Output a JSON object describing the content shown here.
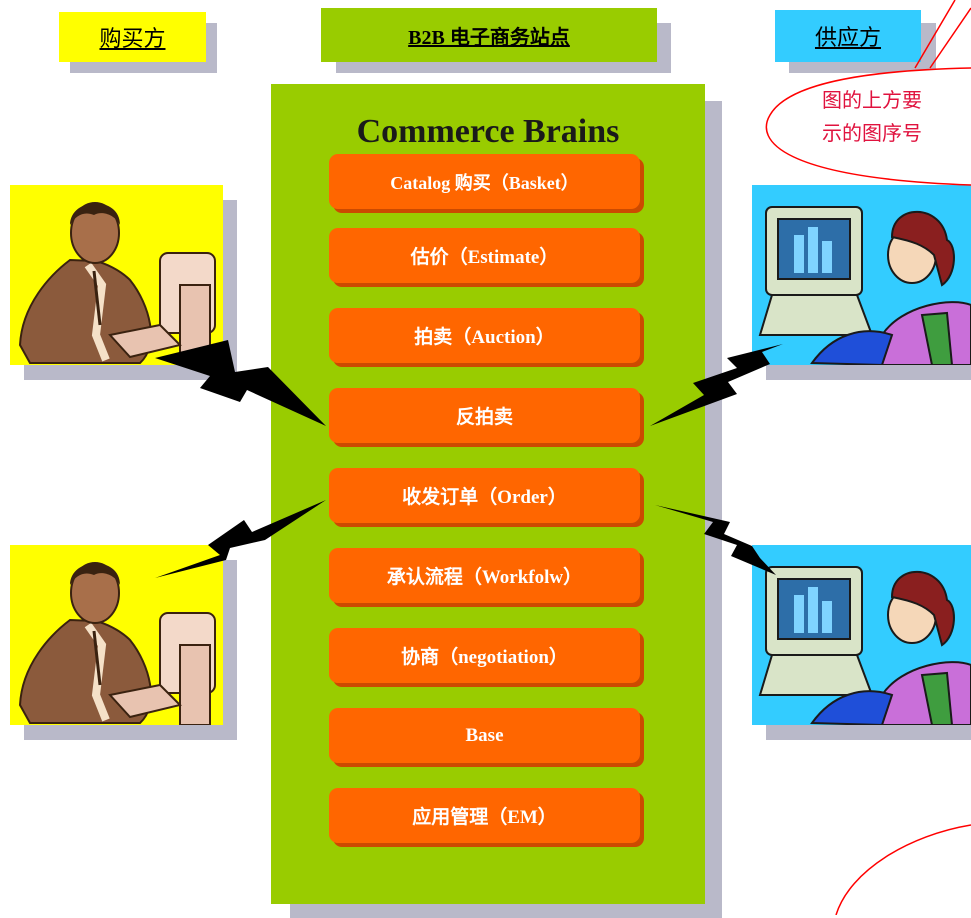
{
  "header": {
    "buyer_label": "购买方",
    "site_label": "B2B 电子商务站点",
    "supplier_label": "供应方"
  },
  "panel": {
    "title": "Commerce Brains",
    "modules": [
      "Catalog 购买（Basket）",
      "估价（Estimate）",
      "拍卖（Auction）",
      "反拍卖",
      "收发订单（Order）",
      "承认流程（Workfolw）",
      "协商（negotiation）",
      "Base",
      "应用管理（EM）"
    ]
  },
  "callout": {
    "line1": "图的上方要",
    "line2": "示的图序号"
  },
  "colors": {
    "buyer_bg": "#ffff00",
    "panel_bg": "#99cc00",
    "supplier_bg": "#33ccff",
    "module_bg": "#ff6600",
    "callout_text": "#e0123e",
    "shadow": "#b9b9c9"
  },
  "icons": {
    "buyer": "businessman-at-computer-icon",
    "supplier": "woman-at-computer-icon",
    "connection": "lightning-bolt-icon"
  }
}
